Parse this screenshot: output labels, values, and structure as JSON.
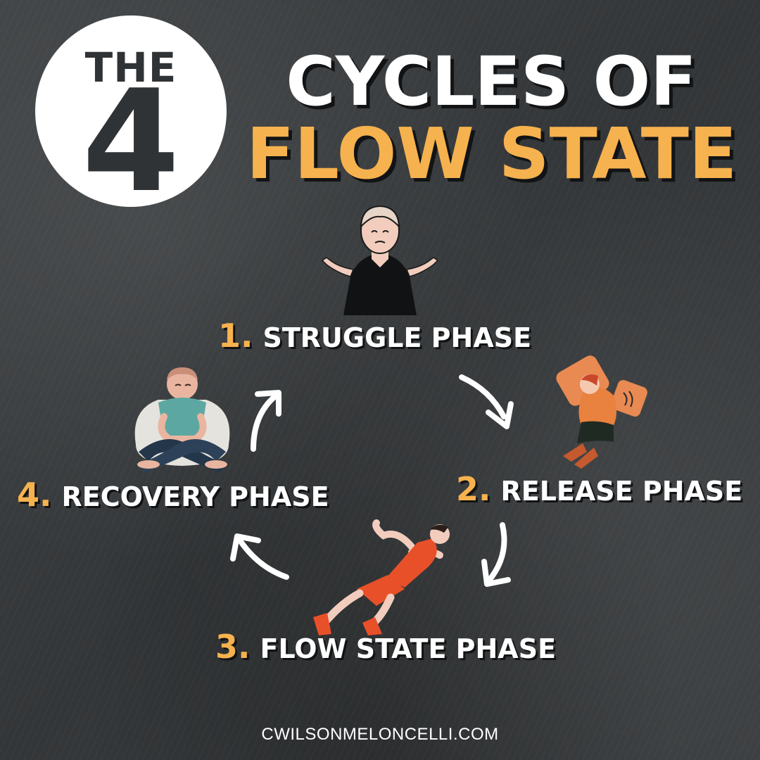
{
  "title": {
    "badge_the": "THE",
    "badge_number": "4",
    "line1": "CYCLES OF",
    "line2": "FLOW STATE"
  },
  "phases": [
    {
      "number": "1.",
      "label": "STRUGGLE PHASE"
    },
    {
      "number": "2.",
      "label": "RELEASE PHASE"
    },
    {
      "number": "3.",
      "label": "FLOW STATE PHASE"
    },
    {
      "number": "4.",
      "label": "RECOVERY PHASE"
    }
  ],
  "footer": {
    "website": "CWILSONMELONCELLI.COM"
  },
  "colors": {
    "background": "#3a3d3f",
    "accent": "#f6b24e",
    "text": "#ffffff",
    "badge": "#ffffff"
  },
  "icons": {
    "struggle": "shrugging-person-icon",
    "release": "curled-up-person-with-pillow-icon",
    "flow": "sprinting-runner-icon",
    "recovery": "meditating-person-icon",
    "cycle": "curved-arrow-icon"
  }
}
